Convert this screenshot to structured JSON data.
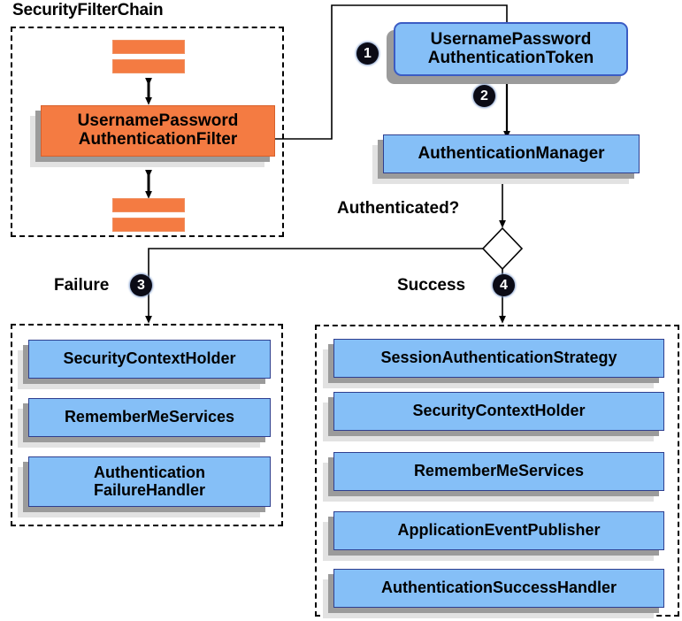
{
  "diagram": {
    "title_filter_chain": "SecurityFilterChain",
    "decision_label": "Authenticated?",
    "branch_failure_label": "Failure",
    "branch_success_label": "Success",
    "badges": [
      "1",
      "2",
      "3",
      "4"
    ],
    "colors": {
      "blue_fill": "#85bff7",
      "blue_border": "#2f3f8f",
      "orange_fill": "#f47b42",
      "orange_border": "#d8602a",
      "shadow_dark": "#9b9b9b",
      "shadow_light": "#e2e2e2",
      "badge_fill": "#0b0b16",
      "badge_text": "#ffffff",
      "line": "#000000"
    }
  },
  "filter_chain": {
    "main_filter": {
      "line1": "UsernamePassword",
      "line2": "AuthenticationFilter"
    },
    "filter_bars": [
      "filter-bar-top-1",
      "filter-bar-top-2",
      "filter-bar-bottom-1",
      "filter-bar-bottom-2"
    ]
  },
  "auth_flow": {
    "token": {
      "line1": "UsernamePassword",
      "line2": "AuthenticationToken"
    },
    "manager": "AuthenticationManager"
  },
  "failure_branch": {
    "items": [
      {
        "line1": "SecurityContextHolder",
        "line2": ""
      },
      {
        "line1": "RememberMeServices",
        "line2": ""
      },
      {
        "line1": "Authentication",
        "line2": "FailureHandler"
      }
    ]
  },
  "success_branch": {
    "items": [
      {
        "line1": "SessionAuthenticationStrategy",
        "line2": ""
      },
      {
        "line1": "SecurityContextHolder",
        "line2": ""
      },
      {
        "line1": "RememberMeServices",
        "line2": ""
      },
      {
        "line1": "ApplicationEventPublisher",
        "line2": ""
      },
      {
        "line1": "AuthenticationSuccessHandler",
        "line2": ""
      }
    ]
  }
}
